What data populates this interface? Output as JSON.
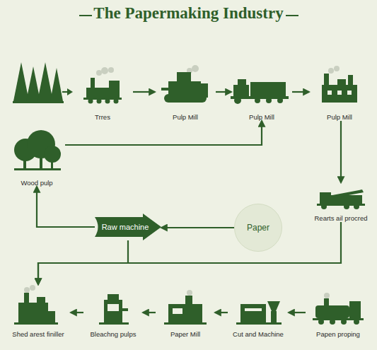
{
  "diagram": {
    "title": "The Papermaking Industry",
    "nodes": [
      {
        "text": [
          "Trres"
        ]
      },
      {
        "text": [
          "Pulp Mill"
        ]
      },
      {
        "text": [
          "Pulp Mill"
        ]
      },
      {
        "text": [
          "Pulp Mill"
        ]
      },
      {
        "text": [
          "Wood pulp"
        ]
      },
      {
        "text": [
          "Rearts ail procred"
        ]
      },
      {
        "text": [
          "Raw machine"
        ]
      },
      {
        "text": [
          "Paper"
        ]
      },
      {
        "text": [
          "Shed arest finiller"
        ]
      },
      {
        "text": [
          "Bleachng pulps"
        ]
      },
      {
        "text": [
          "Paper Mill"
        ]
      },
      {
        "text": [
          "Cut and Machine"
        ]
      },
      {
        "text": [
          "Papen proping"
        ]
      }
    ],
    "edges": [
      {
        "from": 0,
        "to": 1,
        "arrow": "to"
      },
      {
        "from": 1,
        "to": 2,
        "arrow": "to"
      },
      {
        "from": 2,
        "to": 3,
        "arrow": "to"
      },
      {
        "from": 4,
        "to": 2,
        "arrow": "to"
      },
      {
        "from": 3,
        "to": 5,
        "arrow": "to"
      },
      {
        "from": 7,
        "to": 6,
        "arrow": "to"
      },
      {
        "from": 6,
        "to": 4,
        "arrow": "to"
      },
      {
        "from": 5,
        "to": 8,
        "arrow": "to"
      },
      {
        "from": 6,
        "to": 8,
        "arrow": "to"
      },
      {
        "from": 12,
        "to": 11,
        "arrow": "to"
      },
      {
        "from": 11,
        "to": 10,
        "arrow": "to"
      },
      {
        "from": 10,
        "to": 9,
        "arrow": "to"
      },
      {
        "from": 9,
        "to": 8,
        "arrow": "to"
      }
    ]
  }
}
